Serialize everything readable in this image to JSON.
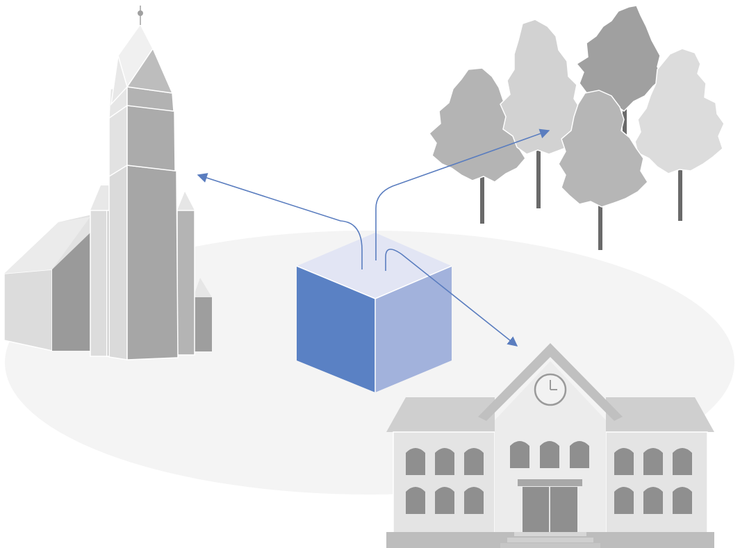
{
  "scene": {
    "background": "#ffffff",
    "ground_color": "#f4f4f4",
    "arrow_color": "#5a7dbf",
    "cube": {
      "front_color": "#5a81c4",
      "side_color": "#a2b2dc",
      "top_color": "#e2e5f4"
    },
    "building_grey_light": "#e6e6e6",
    "building_grey_mid": "#bdbdbd",
    "building_grey_dark": "#8e8e8e",
    "tree_colors": [
      "#b4b4b4",
      "#d2d2d2",
      "#a0a0a0",
      "#dcdcdc"
    ],
    "icons": [
      "church-icon",
      "trees-icon",
      "school-building-icon",
      "cube-icon",
      "clock-icon"
    ],
    "arrows": [
      {
        "from": "cube",
        "to": "church"
      },
      {
        "from": "cube",
        "to": "trees"
      },
      {
        "from": "cube",
        "to": "school"
      }
    ]
  }
}
